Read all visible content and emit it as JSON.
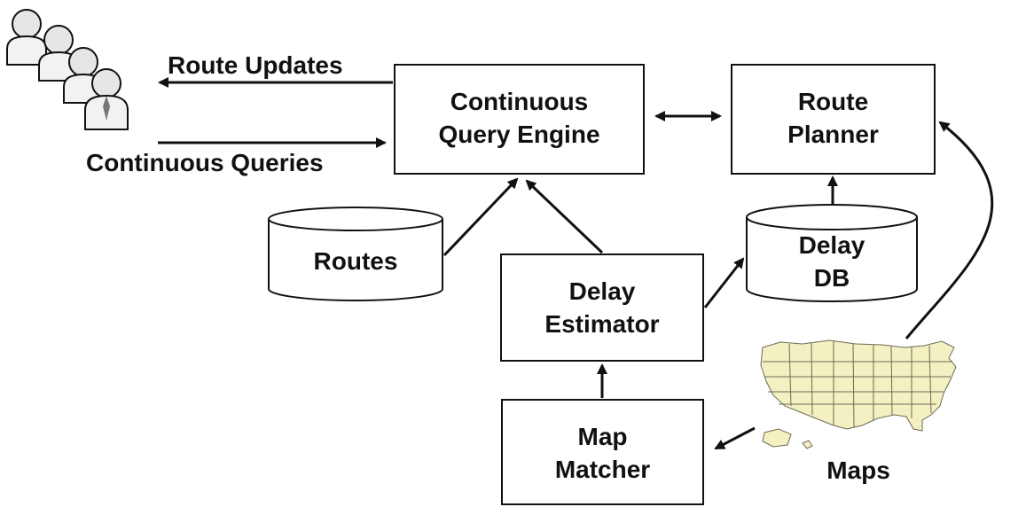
{
  "labels": {
    "route_updates": "Route Updates",
    "continuous_queries": "Continuous Queries",
    "cqe_line1": "Continuous",
    "cqe_line2": "Query Engine",
    "rp_line1": "Route",
    "rp_line2": "Planner",
    "routes": "Routes",
    "delaydb_line1": "Delay",
    "delaydb_line2": "DB",
    "de_line1": "Delay",
    "de_line2": "Estimator",
    "mm_line1": "Map",
    "mm_line2": "Matcher",
    "maps": "Maps"
  },
  "icons": {
    "users": "users-group-icon",
    "map": "us-map-icon"
  },
  "colors": {
    "stroke": "#111111",
    "map_fill": "#f3f0c2"
  }
}
